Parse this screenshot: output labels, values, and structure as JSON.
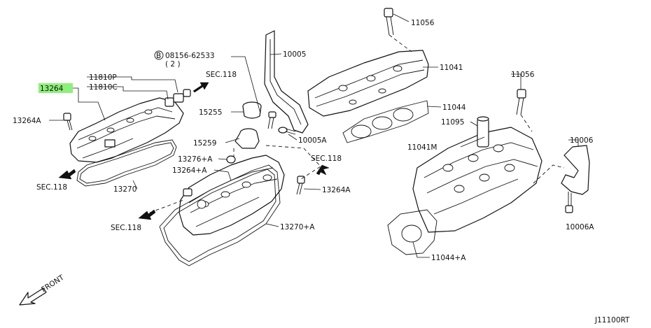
{
  "colors": {
    "highlight": "#8df07a",
    "ink": "#111111"
  },
  "callouts": {
    "c13264": "13264",
    "c11810p": "11810P",
    "c11810c": "11810C",
    "c13264a_left": "13264A",
    "c08156_prefix": "B",
    "c08156": "08156-62533",
    "c08156_qty": "( 2 )",
    "c10005": "10005",
    "c11056_top": "11056",
    "c11041": "11041",
    "c11044": "11044",
    "c11056_right": "11056",
    "c11095": "11095",
    "c11041m": "11041M",
    "c10006": "10006",
    "c10006a": "10006A",
    "c15255": "15255",
    "c15259": "15259",
    "c10005a": "10005A",
    "c13276a": "13276+A",
    "c13264a_mid": "13264+A",
    "c13264a_right": "13264A",
    "c13270": "13270",
    "c13270a": "13270+A",
    "c11044a": "11044+A"
  },
  "sections": {
    "sec_top": "SEC.118",
    "sec_left": "SEC.118",
    "sec_mid": "SEC.118",
    "sec_right": "SEC.118"
  },
  "front_label": "FRONT",
  "diagram_id": "J11100RT"
}
